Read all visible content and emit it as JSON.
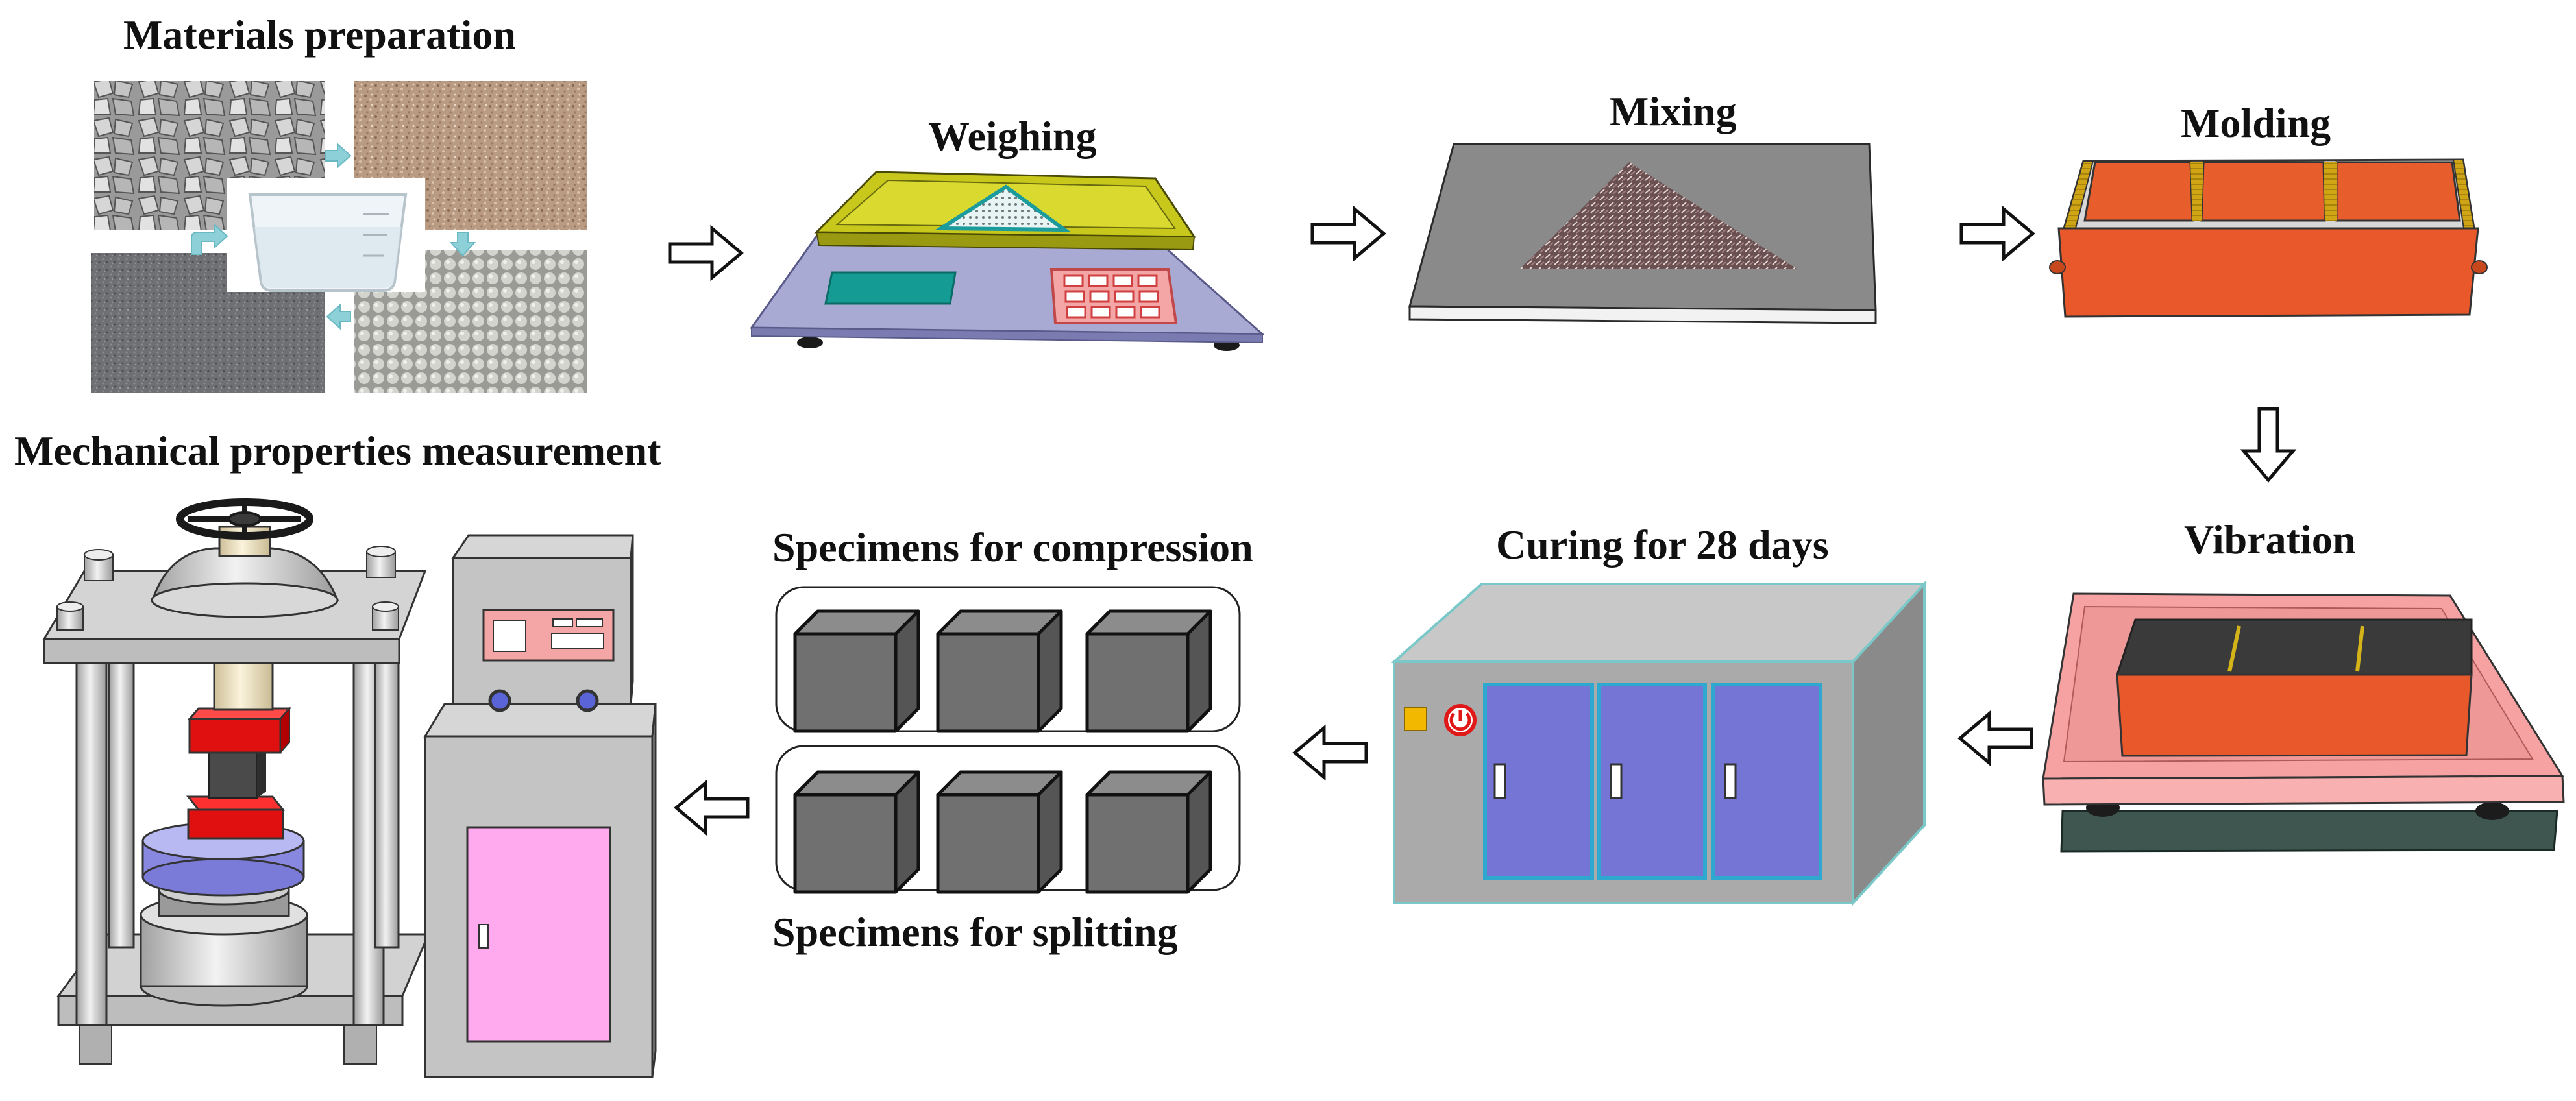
{
  "stages": {
    "materials": "Materials preparation",
    "weighing": "Weighing",
    "mixing": "Mixing",
    "molding": "Molding",
    "vibration": "Vibration",
    "curing": "Curing for 28 days",
    "spec_compression": "Specimens for compression",
    "spec_splitting": "Specimens for splitting",
    "mechanical": "Mechanical properties measurement"
  },
  "colors": {
    "mold": "#e8582a",
    "mold_dark": "#a83a14",
    "cabinet_door": "#7575d6",
    "cabinet_body": "#a9a9a9",
    "vibration_table": "#f4a4a4",
    "cube": "#707070",
    "press_red": "#e01010",
    "press_cabinet_door": "#ffaaee",
    "arrow": "#ffffff"
  },
  "icons": {
    "arrow": "hollow-arrow-icon",
    "power": "power-button-icon"
  }
}
